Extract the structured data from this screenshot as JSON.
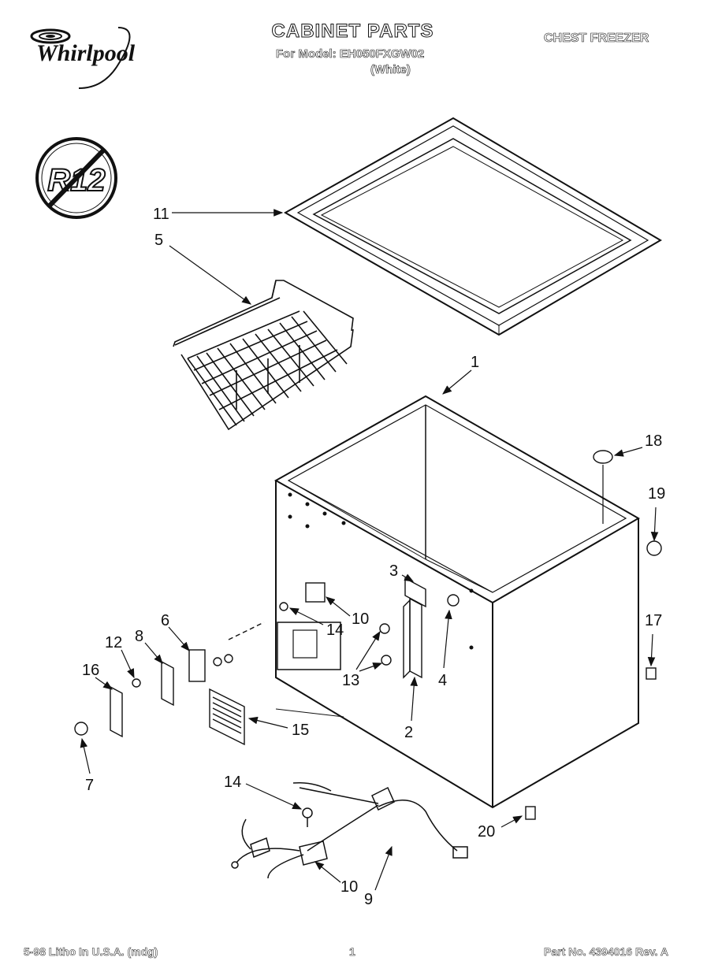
{
  "header": {
    "brand": "Whirlpool",
    "title": "CABINET PARTS",
    "model_line": "For Model: EH050FXGW02",
    "color_line": "(White)",
    "product": "CHEST FREEZER"
  },
  "badge": {
    "text": "R12"
  },
  "callouts": {
    "lid_gasket": "11",
    "basket": "5",
    "cabinet": "1",
    "plug_18": "18",
    "grommet_19": "19",
    "part_17": "17",
    "part_3": "3",
    "part_10_upper": "10",
    "part_14_upper": "14",
    "part_6": "6",
    "part_8": "8",
    "part_12": "12",
    "part_16": "16",
    "part_13": "13",
    "part_4": "4",
    "part_15": "15",
    "part_2": "2",
    "part_7": "7",
    "part_14_lower": "14",
    "part_20": "20",
    "part_10_lower": "10",
    "part_9": "9"
  },
  "footer": {
    "left": "5-98 Litho In U.S.A. (mdg)",
    "page": "1",
    "right": "Part No. 4394016 Rev. A"
  }
}
